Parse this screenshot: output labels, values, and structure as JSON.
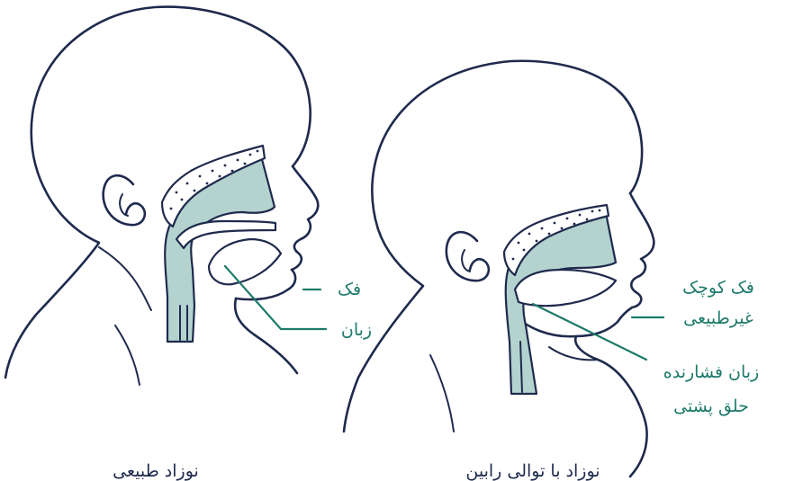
{
  "figures": [
    {
      "caption": "نوزاد طبیعی",
      "labels": {
        "jaw": "فک",
        "tongue": "زبان"
      }
    },
    {
      "caption": "نوزاد با توالی رابین",
      "labels": {
        "jaw_line1": "فک کوچک",
        "jaw_line2": "غیرطبیعی",
        "tongue_line1": "زبان فشارنده",
        "tongue_line2": "حلق پشتی"
      }
    }
  ],
  "colors": {
    "outline": "#1f2a4d",
    "airway_fill": "#b4d3cf",
    "label_text": "#1c7a6a"
  }
}
